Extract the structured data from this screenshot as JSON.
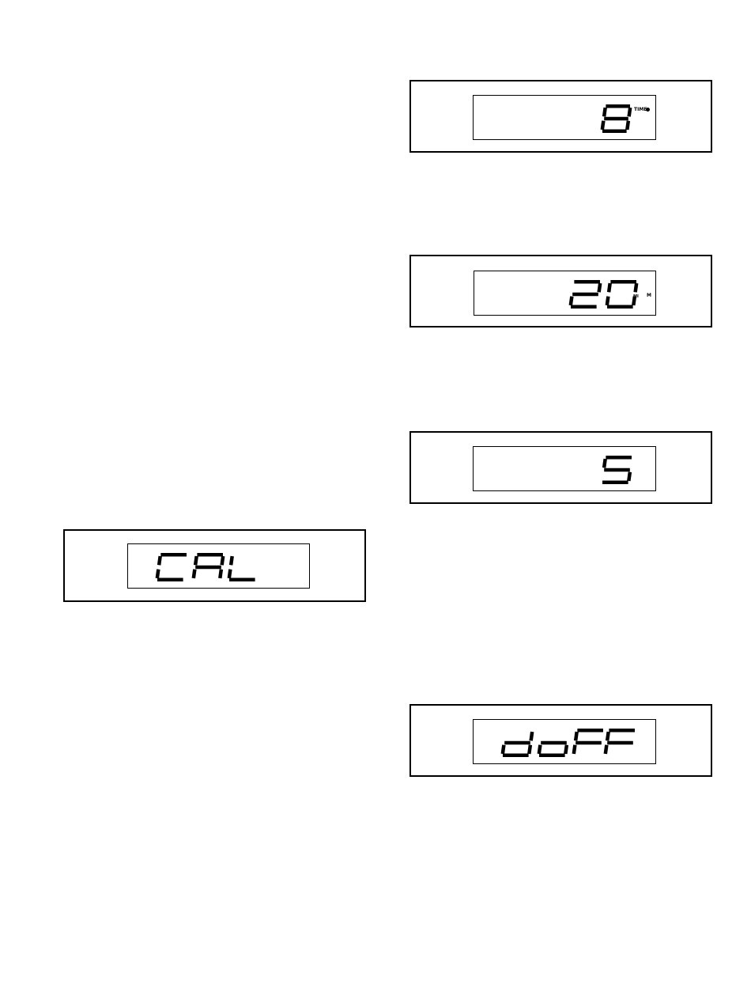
{
  "displays": [
    {
      "id": "time",
      "text": "8",
      "indicator": "TIME"
    },
    {
      "id": "speed",
      "text": "20",
      "indicators": [
        "MI",
        "M"
      ]
    },
    {
      "id": "value",
      "text": "5"
    },
    {
      "id": "cal",
      "text": "CAL"
    },
    {
      "id": "doff",
      "text": "doFF"
    }
  ]
}
